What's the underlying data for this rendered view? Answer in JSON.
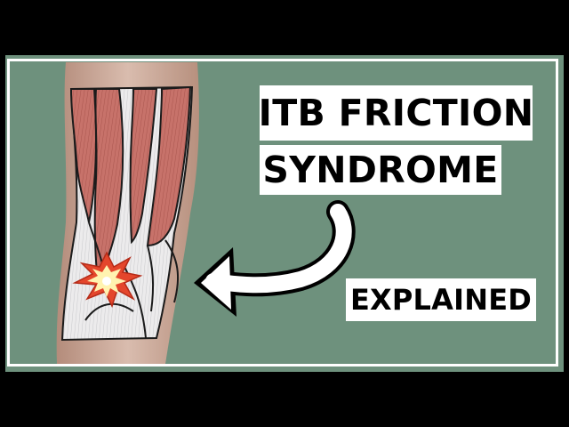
{
  "thumbnail": {
    "title_line_1": "ITB FRICTION",
    "title_line_2": "SYNDROME",
    "subtitle": "EXPLAINED"
  },
  "colors": {
    "background_letterbox": "#000000",
    "panel": "#6e917d",
    "frame": "#ffffff",
    "muscle": "#c4726a",
    "tendon": "#eae9ea",
    "skin": "#c9a796",
    "burst_outer": "#e8442b",
    "burst_inner": "#fff3b0"
  },
  "icons": [
    "knee-anatomy-illustration",
    "pain-burst-icon",
    "curved-arrow-icon"
  ]
}
